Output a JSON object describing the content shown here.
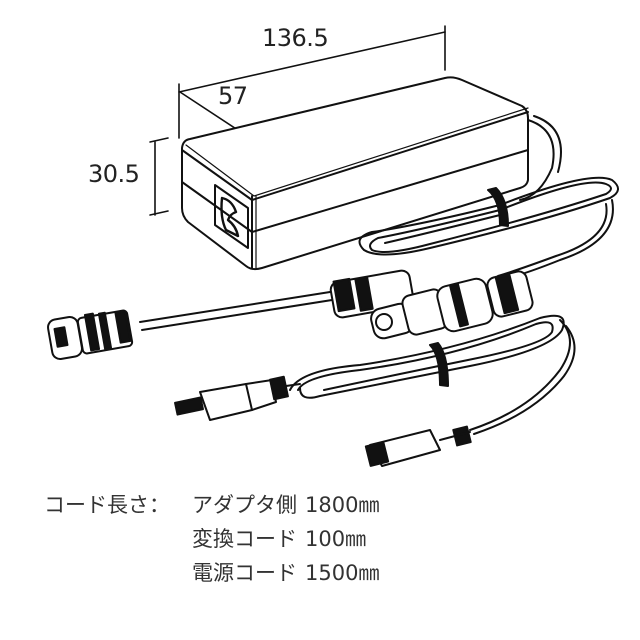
{
  "dimensions": {
    "length": "136.5",
    "depth": "57",
    "height": "30.5"
  },
  "specs": {
    "prefix": "コード長さ：",
    "rows": [
      {
        "name": "アダプタ側",
        "value": "1800㎜"
      },
      {
        "name": "変換コード",
        "value": "100㎜"
      },
      {
        "name": "電源コード",
        "value": "1500㎜"
      }
    ]
  },
  "colors": {
    "line": "#111111",
    "text": "#333333",
    "background": "#ffffff"
  }
}
